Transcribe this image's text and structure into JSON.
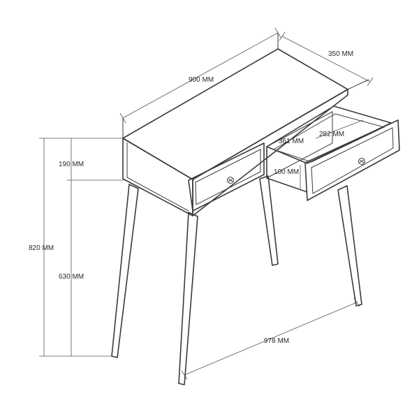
{
  "dimensions": {
    "width": "900 MM",
    "depth": "350 MM",
    "total_height": "820 MM",
    "top_height": "190 MM",
    "leg_height": "630 MM",
    "leg_span": "978 MM",
    "drawer_width": "361 MM",
    "drawer_depth": "282 MM",
    "drawer_height": "100 MM"
  },
  "colors": {
    "line": "#3a3a3a",
    "dimension_line": "#555555",
    "background": "#ffffff"
  }
}
